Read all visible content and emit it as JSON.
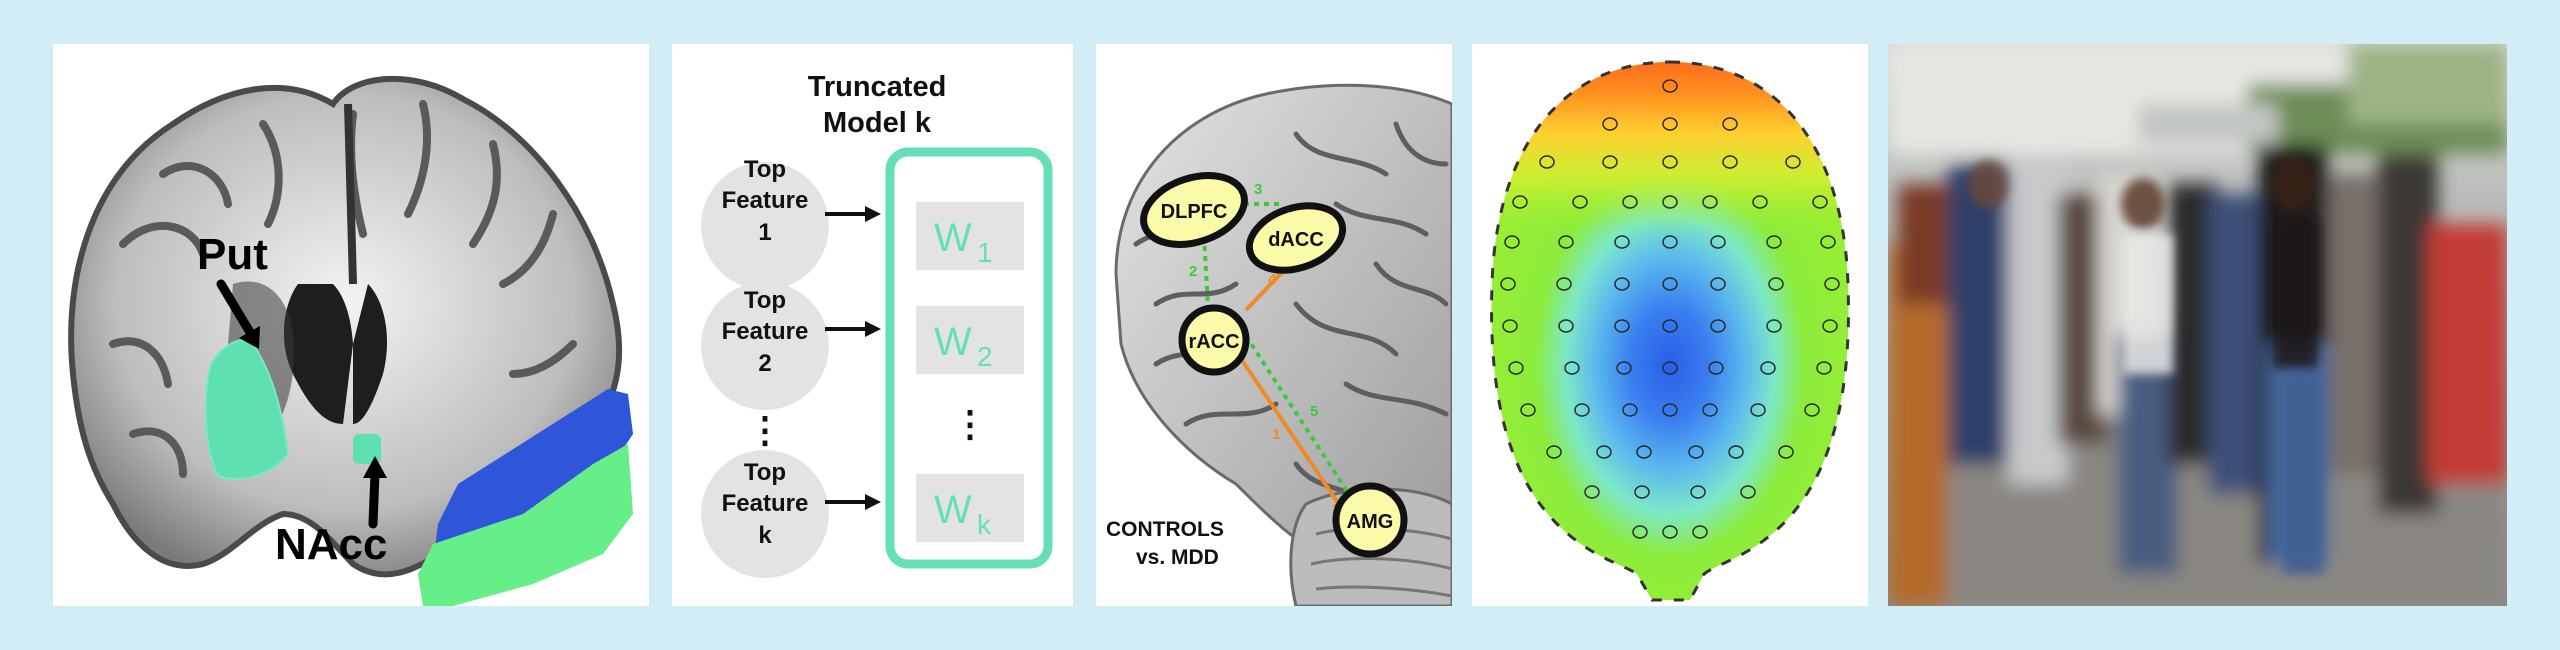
{
  "brain_panel": {
    "label_put": "Put",
    "label_nacc": "NAcc",
    "colors": {
      "region": "#5fe0b1",
      "blue": "#2f55d9",
      "green": "#66ee88"
    }
  },
  "model_panel": {
    "title_line1": "Truncated",
    "title_line2": "Model k",
    "features": [
      {
        "line1": "Top",
        "line2": "Feature",
        "line3": "1"
      },
      {
        "line1": "Top",
        "line2": "Feature",
        "line3": "2"
      },
      {
        "line1": "Top",
        "line2": "Feature",
        "line3": "k"
      }
    ],
    "weights": [
      "W",
      "W",
      "W"
    ],
    "weight_subscripts": [
      "1",
      "2",
      "k"
    ],
    "ellipsis": "⋮",
    "colors": {
      "accent": "#66dfb9",
      "circle": "#e3e3e3"
    }
  },
  "connectivity_panel": {
    "nodes": [
      "DLPFC",
      "dACC",
      "rACC",
      "AMG"
    ],
    "edge_numbers": [
      "1",
      "2",
      "3",
      "4",
      "5"
    ],
    "caption_line1": "CONTROLS",
    "caption_line2": "vs. MDD",
    "colors": {
      "node_fill": "#fafaa8",
      "solid_edge": "#f08a24",
      "dotted_edge": "#3cc83c"
    }
  },
  "eeg_panel": {
    "colors": {
      "hot": "#ff5a1e",
      "mid": "#8cec3c",
      "cool": "#2a5ee8"
    }
  },
  "photo_panel": {
    "description_icon": "blurred-crowd-photo"
  }
}
